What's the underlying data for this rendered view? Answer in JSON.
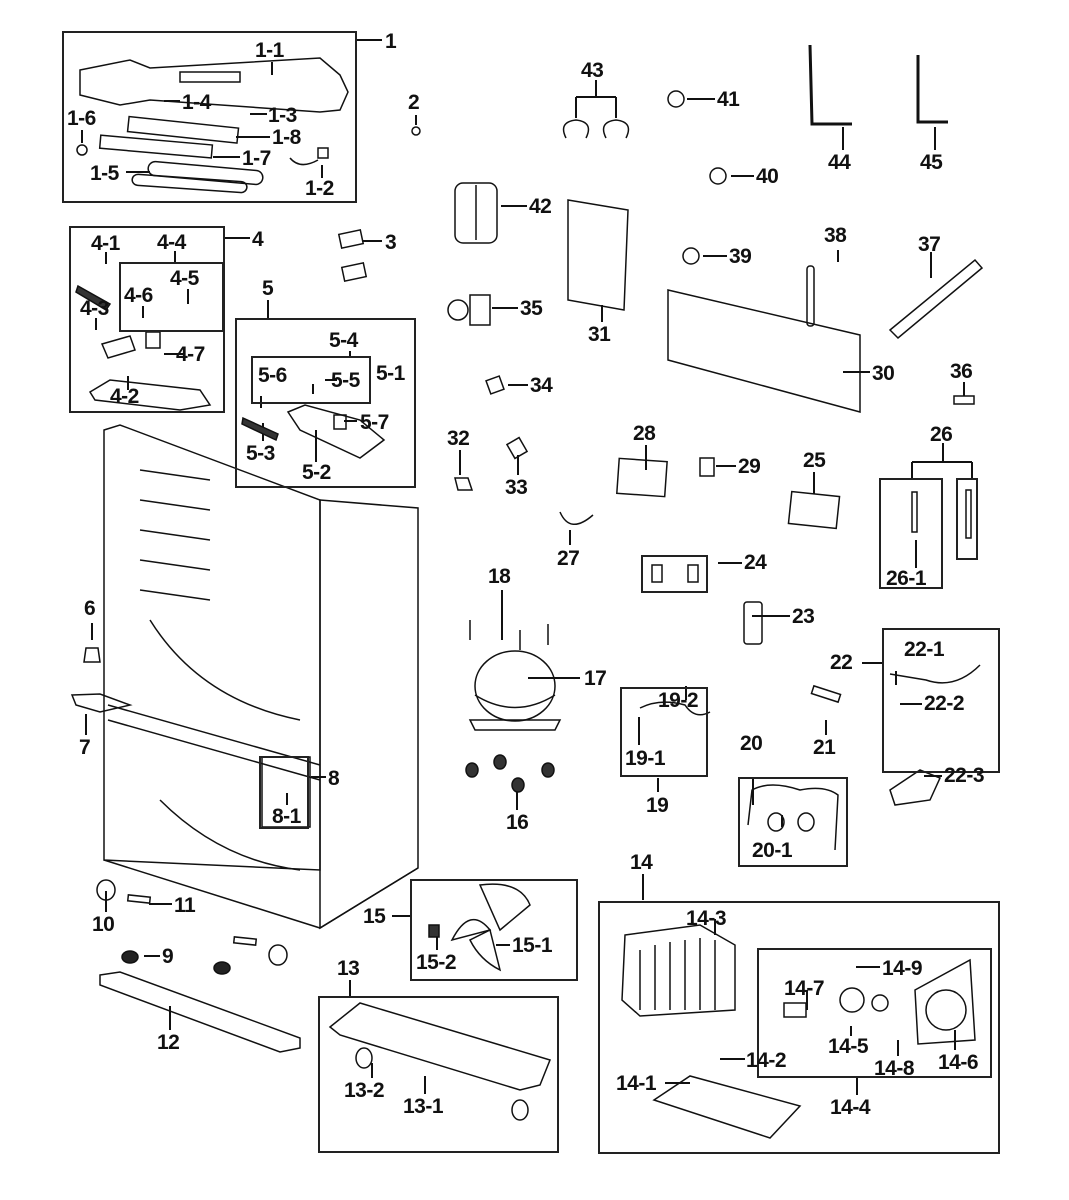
{
  "diagram": {
    "type": "exploded-parts-diagram",
    "subject": "refrigerator cabinet and components",
    "colors": {
      "ink": "#111111",
      "background": "#ffffff"
    },
    "labels": {
      "p1": "1",
      "p1_1": "1-1",
      "p1_2": "1-2",
      "p1_3": "1-3",
      "p1_4": "1-4",
      "p1_5": "1-5",
      "p1_6": "1-6",
      "p1_7": "1-7",
      "p1_8": "1-8",
      "p2": "2",
      "p3": "3",
      "p4": "4",
      "p4_1": "4-1",
      "p4_2": "4-2",
      "p4_3": "4-3",
      "p4_4": "4-4",
      "p4_5": "4-5",
      "p4_6": "4-6",
      "p4_7": "4-7",
      "p5": "5",
      "p5_1": "5-1",
      "p5_2": "5-2",
      "p5_3": "5-3",
      "p5_4": "5-4",
      "p5_5": "5-5",
      "p5_6": "5-6",
      "p5_7": "5-7",
      "p6": "6",
      "p7": "7",
      "p8": "8",
      "p8_1": "8-1",
      "p9": "9",
      "p10": "10",
      "p11": "11",
      "p12": "12",
      "p13": "13",
      "p13_1": "13-1",
      "p13_2": "13-2",
      "p14": "14",
      "p14_1": "14-1",
      "p14_2": "14-2",
      "p14_3": "14-3",
      "p14_4": "14-4",
      "p14_5": "14-5",
      "p14_6": "14-6",
      "p14_7": "14-7",
      "p14_8": "14-8",
      "p14_9": "14-9",
      "p15": "15",
      "p15_1": "15-1",
      "p15_2": "15-2",
      "p16": "16",
      "p17": "17",
      "p18": "18",
      "p19": "19",
      "p19_1": "19-1",
      "p19_2": "19-2",
      "p20": "20",
      "p20_1": "20-1",
      "p21": "21",
      "p22": "22",
      "p22_1": "22-1",
      "p22_2": "22-2",
      "p22_3": "22-3",
      "p23": "23",
      "p24": "24",
      "p25": "25",
      "p26": "26",
      "p26_1": "26-1",
      "p27": "27",
      "p28": "28",
      "p29": "29",
      "p30": "30",
      "p31": "31",
      "p32": "32",
      "p33": "33",
      "p34": "34",
      "p35": "35",
      "p36": "36",
      "p37": "37",
      "p38": "38",
      "p39": "39",
      "p40": "40",
      "p41": "41",
      "p42": "42",
      "p43": "43",
      "p44": "44",
      "p45": "45"
    }
  }
}
